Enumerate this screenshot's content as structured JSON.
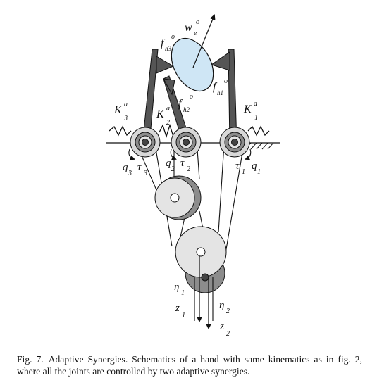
{
  "labels": {
    "w": {
      "main": "w",
      "sup": "o",
      "sub": "e"
    },
    "fh3": {
      "main": "f",
      "sup": "o",
      "sub": "h3"
    },
    "fh2": {
      "main": "f",
      "sup": "o",
      "sub": "h2"
    },
    "fh1": {
      "main": "f",
      "sup": "o",
      "sub": "h1"
    },
    "K3": {
      "main": "K",
      "sup": "a",
      "sub": "3"
    },
    "K2": {
      "main": "K",
      "sup": "a",
      "sub": "2"
    },
    "K1": {
      "main": "K",
      "sup": "a",
      "sub": "1"
    },
    "q3": {
      "main": "q",
      "sub": "3"
    },
    "tau3": {
      "main": "τ",
      "sub": "3"
    },
    "q2": {
      "main": "q",
      "sub": "2"
    },
    "tau2": {
      "main": "τ",
      "sub": "2"
    },
    "tau1": {
      "main": "τ",
      "sub": "1"
    },
    "q1": {
      "main": "q",
      "sub": "1"
    },
    "eta1": {
      "main": "η",
      "sub": "1"
    },
    "z1": {
      "main": "z",
      "sub": "1"
    },
    "eta2": {
      "main": "η",
      "sub": "2"
    },
    "z2": {
      "main": "z",
      "sub": "2"
    }
  },
  "caption": {
    "number": "Fig. 7.",
    "text": "Adaptive Synergies. Schematics of a hand with same kinematics as in fig. 2, where all the joints are controlled by two adaptive synergies."
  },
  "colors": {
    "object_fill": "#cfe6f5",
    "link_fill": "#555555",
    "pulley_light": "#e4e4e4",
    "pulley_dark": "#8c8c8c",
    "line": "#111111"
  }
}
